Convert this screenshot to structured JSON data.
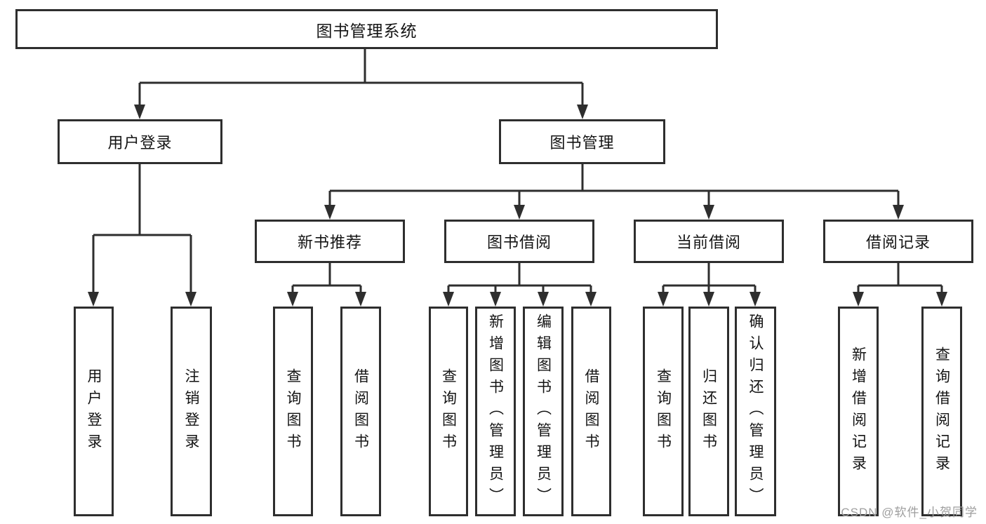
{
  "tree": {
    "root": "图书管理系统",
    "level2": [
      "用户登录",
      "图书管理"
    ],
    "user_login_children": [
      "用户登录",
      "注销登录"
    ],
    "book_mgmt_children": [
      "新书推荐",
      "图书借阅",
      "当前借阅",
      "借阅记录"
    ],
    "new_book_children": [
      "查询图书",
      "借阅图书"
    ],
    "borrow_children": [
      "查询图书",
      "新增图书（管理员）",
      "编辑图书（管理员）",
      "借阅图书"
    ],
    "current_children": [
      "查询图书",
      "归还图书",
      "确认归还（管理员）"
    ],
    "record_children": [
      "新增借阅记录",
      "查询借阅记录"
    ]
  },
  "watermark": "CSDN @软件_小贺同学",
  "colors": {
    "line": "#2e2e2e",
    "text": "#141414",
    "watermark": "#9e9e9e",
    "background": "#ffffff"
  }
}
